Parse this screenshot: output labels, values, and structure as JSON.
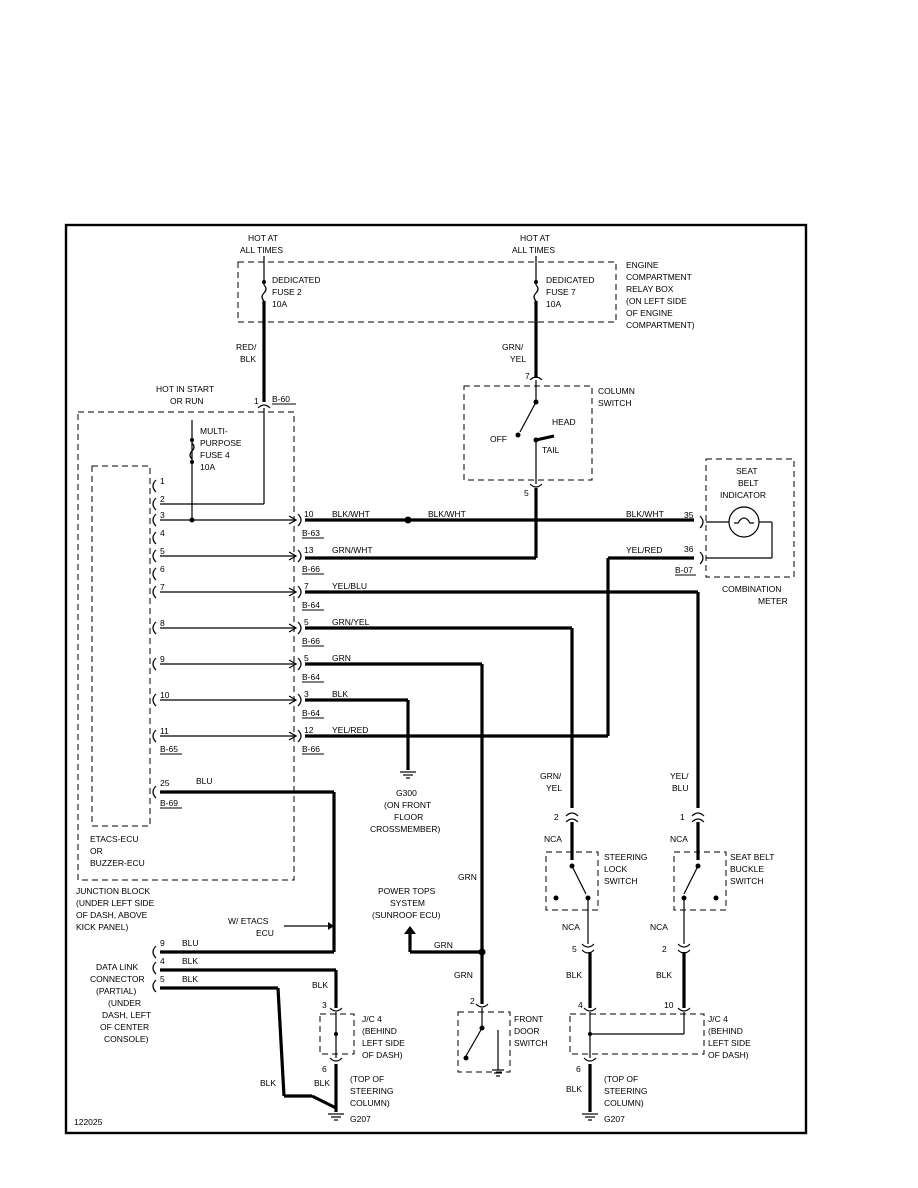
{
  "diagram_id": "122025",
  "sources": {
    "hot1_line1": "HOT AT",
    "hot1_line2": "ALL TIMES",
    "hot2_line1": "HOT AT",
    "hot2_line2": "ALL TIMES",
    "hot_start_line1": "HOT IN START",
    "hot_start_line2": "OR RUN"
  },
  "fuses": {
    "fuse2": [
      "DEDICATED",
      "FUSE 2",
      "10A"
    ],
    "fuse7": [
      "DEDICATED",
      "FUSE 7",
      "10A"
    ],
    "mp_fuse4": [
      "MULTI-",
      "PURPOSE",
      "FUSE 4",
      "10A"
    ]
  },
  "relay_box": [
    "ENGINE",
    "COMPARTMENT",
    "RELAY BOX",
    "(ON LEFT SIDE",
    "OF ENGINE",
    "COMPARTMENT)"
  ],
  "column_switch": {
    "title": [
      "COLUMN",
      "SWITCH"
    ],
    "off": "OFF",
    "head": "HEAD",
    "tail": "TAIL",
    "pin_in": "7",
    "pin_out": "5"
  },
  "combination_meter": {
    "indicator": [
      "SEAT",
      "BELT",
      "INDICATOR"
    ],
    "title": [
      "COMBINATION",
      "METER"
    ],
    "pin_a": "35",
    "pin_b": "36",
    "connector": "B-07"
  },
  "junction_block": {
    "label": [
      "JUNCTION BLOCK",
      "(UNDER LEFT SIDE",
      "OF DASH, ABOVE",
      "KICK PANEL)"
    ],
    "pin1": "1",
    "conn_b60": "B-60",
    "ecu_label": [
      "ETACS-ECU",
      "OR",
      "BUZZER-ECU"
    ],
    "ecu_pins": [
      "1",
      "2",
      "3",
      "4",
      "5",
      "6",
      "7",
      "8",
      "9",
      "10",
      "11"
    ],
    "conn_b65": "B-65",
    "pin25": "25",
    "conn_b69": "B-69"
  },
  "connector_rows": [
    {
      "pin": "10",
      "wire": "BLK/WHT",
      "conn": "B-63"
    },
    {
      "pin": "13",
      "wire": "GRN/WHT",
      "conn": "B-66"
    },
    {
      "pin": "7",
      "wire": "YEL/BLU",
      "conn": "B-64"
    },
    {
      "pin": "5",
      "wire": "GRN/YEL",
      "conn": "B-66"
    },
    {
      "pin": "5",
      "wire": "GRN",
      "conn": "B-64"
    },
    {
      "pin": "3",
      "wire": "BLK",
      "conn": "B-64"
    },
    {
      "pin": "12",
      "wire": "YEL/RED",
      "conn": "B-66"
    }
  ],
  "wires": {
    "red_blk": [
      "RED/",
      "BLK"
    ],
    "grn_yel_top": [
      "GRN/",
      "YEL"
    ],
    "blk_wht_mid": "BLK/WHT",
    "blk_wht_right": "BLK/WHT",
    "yel_red": "YEL/RED",
    "blu": "BLU",
    "grn_yel_vert": [
      "GRN/",
      "YEL"
    ],
    "yel_blu_vert": [
      "YEL/",
      "BLU"
    ],
    "grn_vert": "GRN",
    "grn_power": "GRN",
    "grn_lower": "GRN",
    "blk": "BLK"
  },
  "g300": [
    "G300",
    "(ON FRONT",
    "FLOOR",
    "CROSSMEMBER)"
  ],
  "steering_lock_switch": {
    "title": [
      "STEERING",
      "LOCK",
      "SWITCH"
    ],
    "nca_top": "NCA",
    "nca_bottom": "NCA",
    "pin_top": "2",
    "pin_bottom": "5"
  },
  "seat_belt_buckle_switch": {
    "title": [
      "SEAT BELT",
      "BUCKLE",
      "SWITCH"
    ],
    "nca_top": "NCA",
    "nca_bottom": "NCA",
    "pin_top": "1",
    "pin_bottom": "2"
  },
  "power_tops": [
    "POWER TOPS",
    "SYSTEM",
    "(SUNROOF ECU)"
  ],
  "w_etacs": [
    "W/ ETACS",
    "ECU"
  ],
  "data_link": {
    "label": [
      "DATA LINK",
      "CONNECTOR",
      "(PARTIAL)",
      "(UNDER",
      "DASH, LEFT",
      "OF CENTER",
      "CONSOLE)"
    ],
    "pins": [
      "9",
      "4",
      "5"
    ],
    "wires": [
      "BLU",
      "BLK",
      "BLK"
    ]
  },
  "jc4_left": {
    "label": [
      "J/C 4",
      "(BEHIND",
      "LEFT SIDE",
      "OF DASH)"
    ],
    "pin_top": "3",
    "pin_bottom": "6"
  },
  "jc4_right": {
    "label": [
      "J/C 4",
      "(BEHIND",
      "LEFT SIDE",
      "OF DASH)"
    ],
    "pin_a": "4",
    "pin_b": "10",
    "pin_bottom": "6"
  },
  "front_door_switch": {
    "title": [
      "FRONT",
      "DOOR",
      "SWITCH"
    ],
    "pin": "2"
  },
  "g207_left": [
    "(TOP OF",
    "STEERING",
    "COLUMN)",
    "G207"
  ],
  "g207_right": [
    "(TOP OF",
    "STEERING",
    "COLUMN)",
    "G207"
  ]
}
